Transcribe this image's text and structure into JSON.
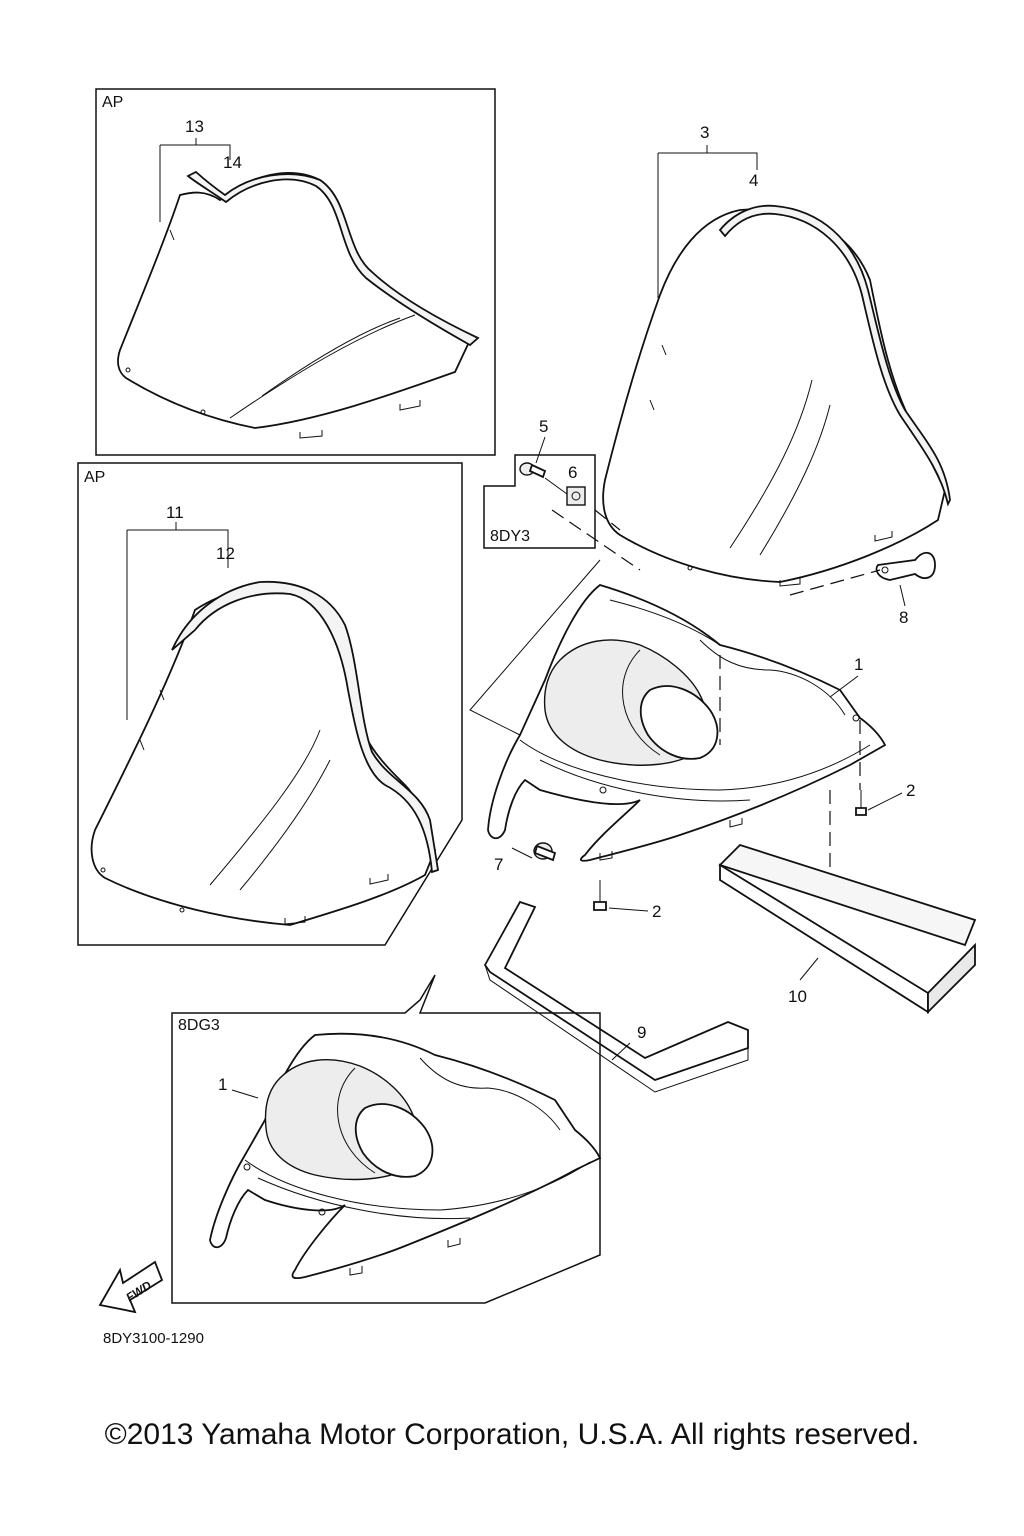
{
  "diagram_code": "8DY3100-1290",
  "copyright": "©2013 Yamaha Motor Corporation, U.S.A. All rights reserved.",
  "fwd_arrow_label": "FWD",
  "boxes": {
    "ap_top": "AP",
    "ap_middle": "AP",
    "variant_8dy3": "8DY3",
    "variant_8dg3": "8DG3"
  },
  "callouts": {
    "c1_main": "1",
    "c1_8dg3": "1",
    "c2_right": "2",
    "c2_bottom": "2",
    "c3": "3",
    "c4": "4",
    "c5": "5",
    "c6": "6",
    "c7": "7",
    "c8": "8",
    "c9": "9",
    "c10": "10",
    "c11": "11",
    "c12": "12",
    "c13": "13",
    "c14": "14"
  }
}
